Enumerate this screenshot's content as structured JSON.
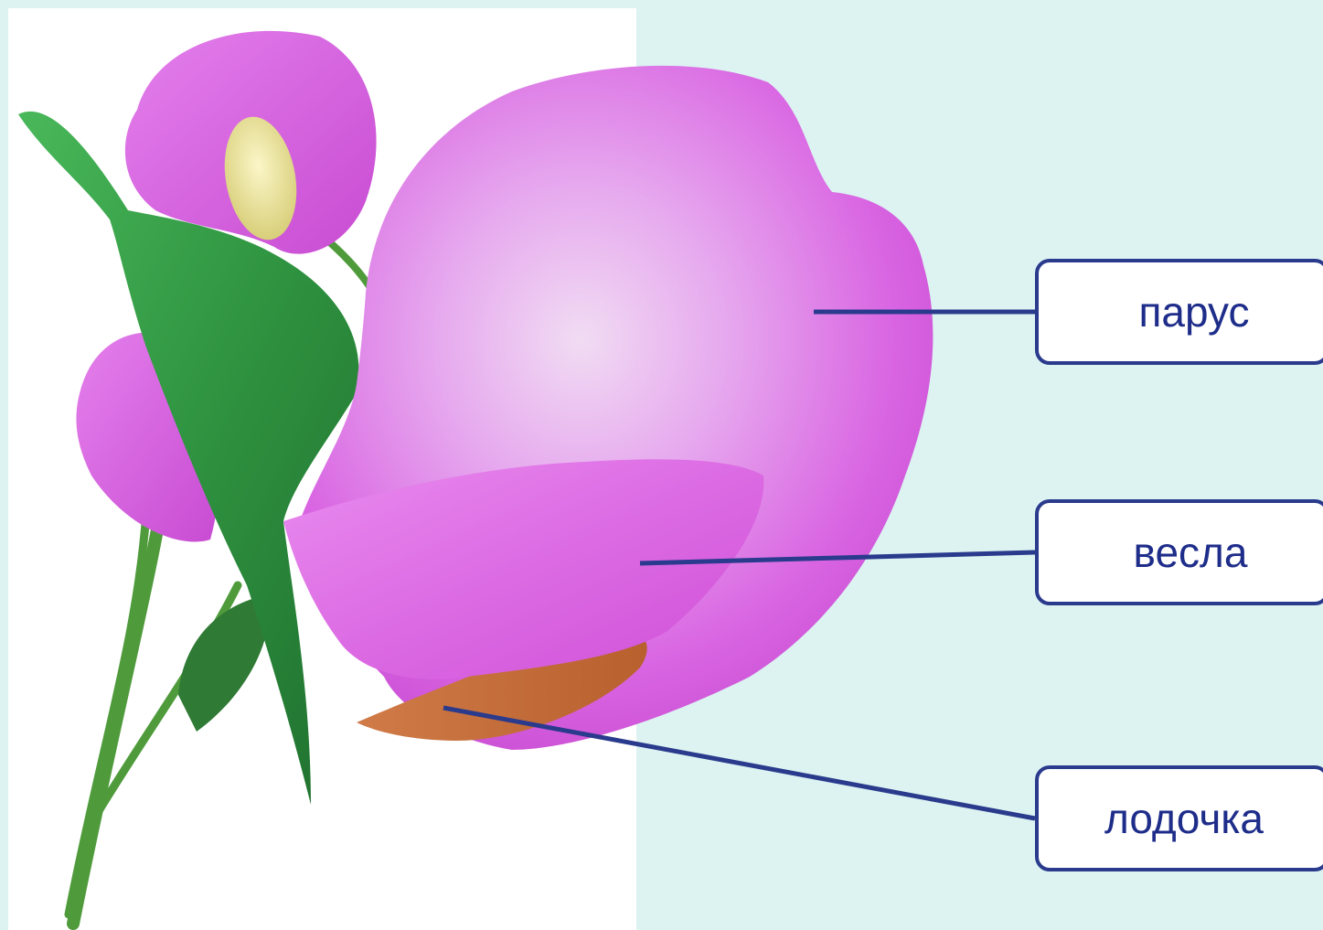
{
  "diagram": {
    "labels": {
      "sail": "парус",
      "oars": "весла",
      "keel": "лодочка"
    },
    "colors": {
      "background": "#dcf3f1",
      "photo_background": "#ffffff",
      "leader_line": "#2a3a8c",
      "label_text": "#1e2d8a",
      "petal": "#d85ee0",
      "sepal": "#2e9a3e",
      "keel_petal": "#c77a4a"
    }
  }
}
